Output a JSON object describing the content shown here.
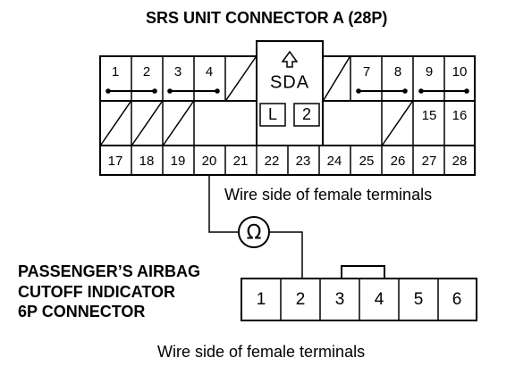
{
  "connector_a": {
    "title": "SRS UNIT CONNECTOR A (28P)",
    "center_label": "SDA",
    "box_l": "L",
    "box_2": "2",
    "wire_side": "Wire side of female terminals",
    "row1_left": [
      "1",
      "2",
      "3",
      "4"
    ],
    "row1_right": [
      "7",
      "8",
      "9",
      "10"
    ],
    "row2_right": [
      "15",
      "16"
    ],
    "row3": [
      "17",
      "18",
      "19",
      "20",
      "21",
      "22",
      "23",
      "24",
      "25",
      "26",
      "27",
      "28"
    ]
  },
  "meter": {
    "symbol": "Ω"
  },
  "connector_b": {
    "title_line1": "PASSENGER’S AIRBAG",
    "title_line2": "CUTOFF INDICATOR",
    "title_line3": "6P CONNECTOR",
    "pins": [
      "1",
      "2",
      "3",
      "4",
      "5",
      "6"
    ],
    "wire_side": "Wire side of female terminals"
  }
}
